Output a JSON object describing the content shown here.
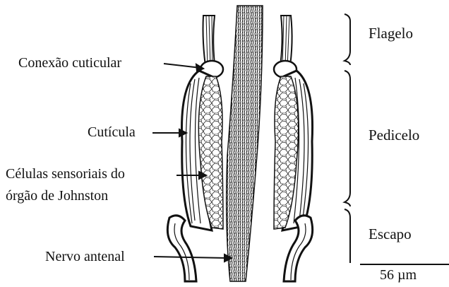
{
  "labels": {
    "cuticular_connection": "Conexão cuticular",
    "cuticle": "Cutícula",
    "sensory_cells_line1": "Células sensoriais do",
    "sensory_cells_line2": "órgão de Johnston",
    "antennal_nerve": "Nervo antenal"
  },
  "segments": {
    "flagellum": "Flagelo",
    "pedicel": "Pedicelo",
    "scape": "Escapo"
  },
  "scale_bar": {
    "value": "56 µm"
  },
  "colors": {
    "ink": "#111111",
    "background": "#ffffff"
  }
}
